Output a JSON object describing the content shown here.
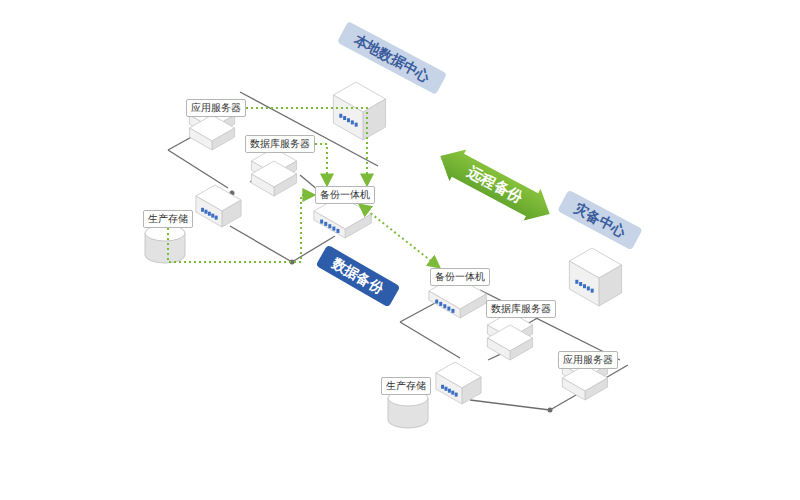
{
  "diagram": {
    "nodes": [
      {
        "text": [
          "本地数据中心"
        ]
      },
      {
        "text": [
          "应用服务器"
        ],
        "in": 0
      },
      {
        "text": [
          "数据库服务器"
        ],
        "in": 0
      },
      {
        "text": [
          "生产存储"
        ],
        "in": 0
      },
      {
        "text": [
          "备份一体机"
        ],
        "in": 0
      },
      {
        "text": [
          "远程备份"
        ]
      },
      {
        "text": [
          "灾备中心"
        ]
      },
      {
        "text": [
          "备份一体机"
        ],
        "in": 6
      },
      {
        "text": [
          "数据库服务器"
        ],
        "in": 6
      },
      {
        "text": [
          "应用服务器"
        ],
        "in": 6
      },
      {
        "text": [
          "生产存储"
        ],
        "in": 6
      }
    ],
    "edges": [
      {
        "from": 1,
        "to": 4,
        "arrow": "to"
      },
      {
        "from": 2,
        "to": 4,
        "arrow": "to"
      },
      {
        "from": 3,
        "to": 4,
        "arrow": "to"
      },
      {
        "from": 4,
        "to": 7,
        "label": "数据备份",
        "arrow": "both"
      }
    ]
  }
}
